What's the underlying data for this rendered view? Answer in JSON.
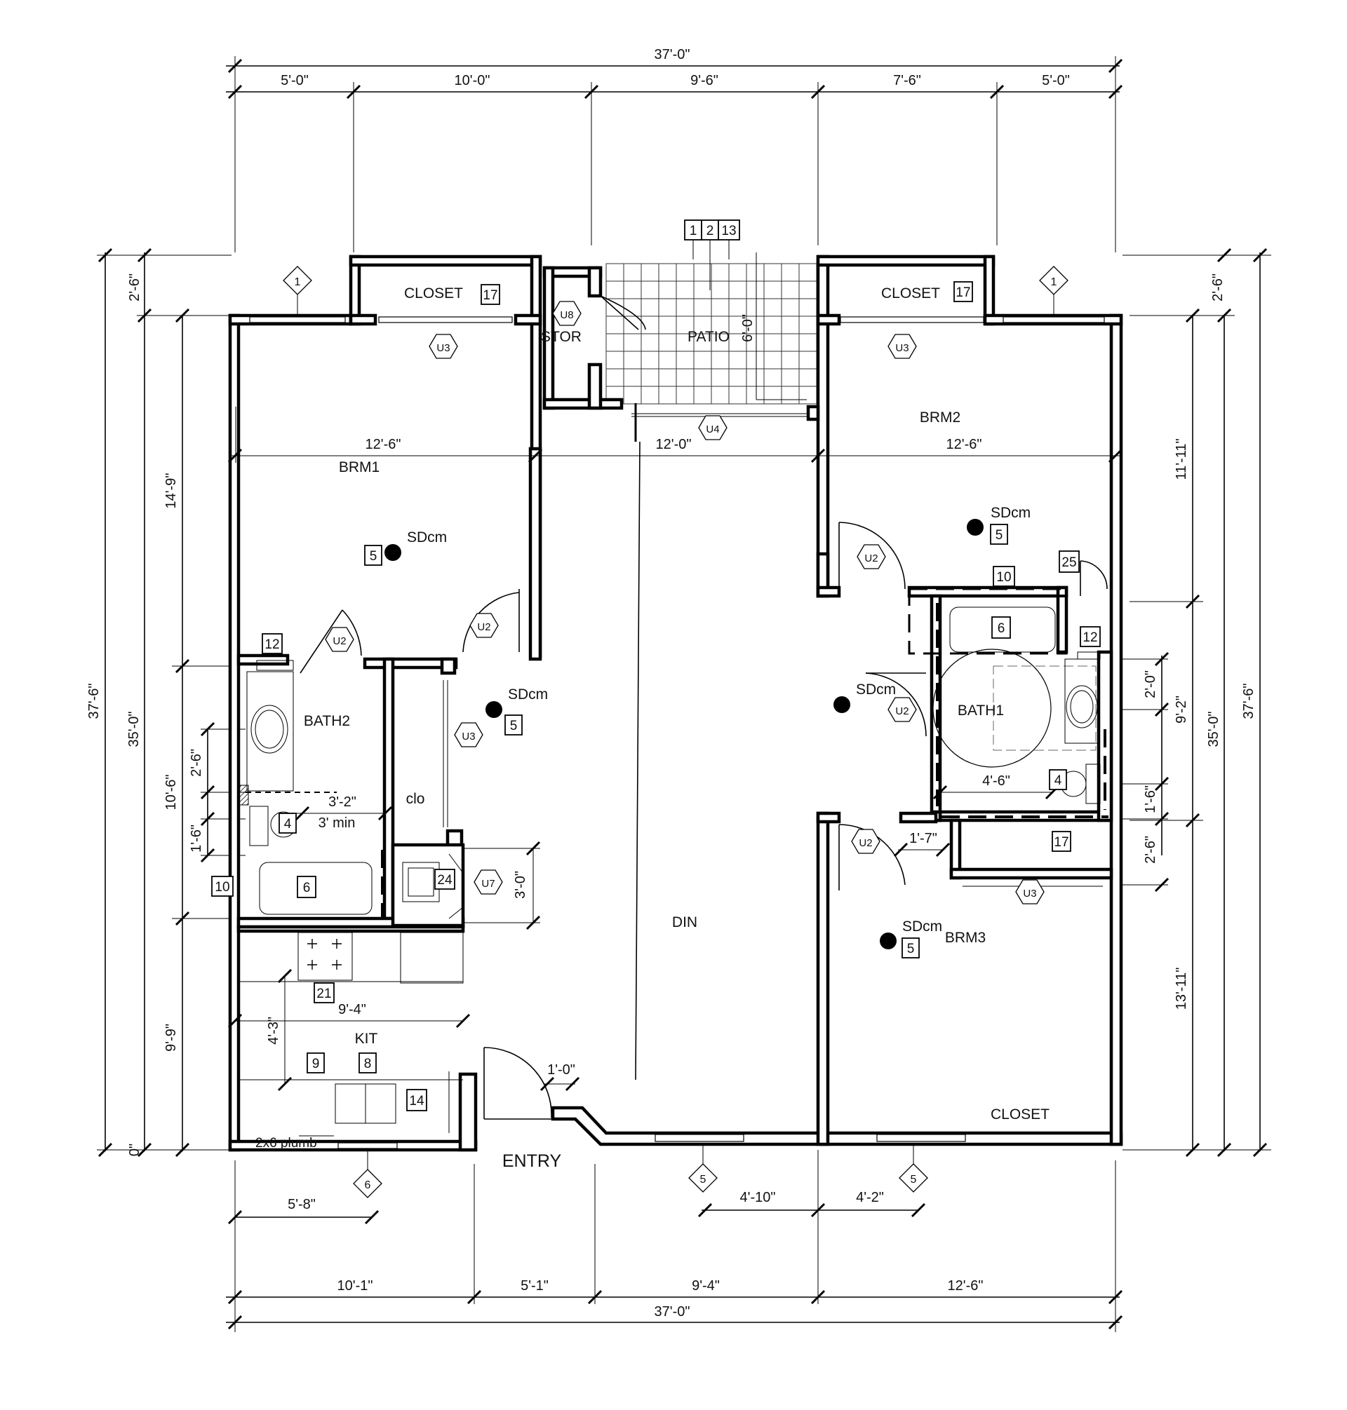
{
  "dimensions": {
    "top_overall": "37'-0\"",
    "top_segments": [
      "5'-0\"",
      "10'-0\"",
      "9'-6\"",
      "7'-6\"",
      "5'-0\""
    ],
    "bottom_overall": "37'-0\"",
    "bottom_segments": [
      "10'-1\"",
      "5'-1\"",
      "9'-4\"",
      "12'-6\""
    ],
    "bottom_local": [
      "5'-8\"",
      "4'-10\"",
      "4'-2\""
    ],
    "left_outer": [
      "2'-6\"",
      "37'-6\"",
      "0\""
    ],
    "left_inner": [
      "35'-0\"",
      "14'-9\"",
      "10'-6\"",
      "9'-9\""
    ],
    "left_local": [
      "2'-6\"",
      "1'-6\""
    ],
    "right_outer": [
      "2'-6\"",
      "37'-6\""
    ],
    "right_inner": [
      "35'-0\"",
      "11'-11\"",
      "9'-2\"",
      "13'-11\""
    ],
    "right_local": [
      "2'-0\"",
      "1'-6\"",
      "2'-6\""
    ],
    "interior": [
      "12'-6\"",
      "12'-0\"",
      "12'-6\"",
      "6'-0\"",
      "3'-2\"",
      "3' min",
      "9'-4\"",
      "4'-3\"",
      "1'-0\"",
      "4'-6\"",
      "1'-7\"",
      "3'-0\""
    ]
  },
  "rooms": {
    "closet_nw": "CLOSET",
    "closet_ne": "CLOSET",
    "stor": "STOR",
    "patio": "PATIO",
    "brm1": "BRM1",
    "brm2": "BRM2",
    "brm3": "BRM3",
    "bath1": "BATH1",
    "bath2": "BATH2",
    "clo": "clo",
    "din": "DIN",
    "kit": "KIT",
    "entry": "ENTRY",
    "closet_se": "CLOSET"
  },
  "notes": {
    "plumb": "2x6 plumb",
    "smoke": "SDcm"
  },
  "key_tags": [
    "1",
    "2",
    "13",
    "17",
    "17",
    "5",
    "5",
    "5",
    "5",
    "12",
    "12",
    "10",
    "10",
    "25",
    "6",
    "6",
    "4",
    "4",
    "17",
    "24",
    "21",
    "9",
    "8",
    "14"
  ],
  "hex_tags": [
    "U8",
    "U3",
    "U3",
    "U4",
    "U2",
    "U2",
    "U2",
    "U2",
    "U2",
    "U3",
    "U3",
    "U7"
  ],
  "elevation_tags": [
    "1",
    "1",
    "6",
    "5",
    "5"
  ]
}
